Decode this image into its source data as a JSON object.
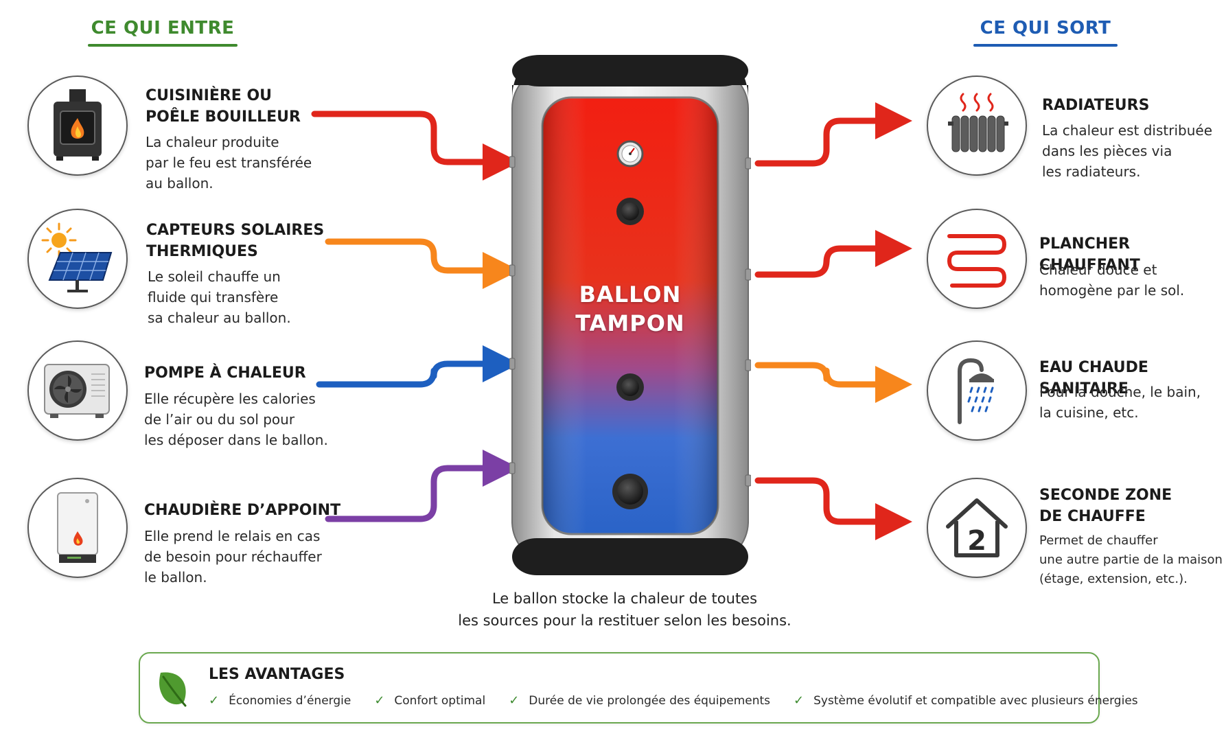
{
  "colors": {
    "green": "#3f8a2e",
    "blue": "#1e5cb3",
    "red": "#e0261b",
    "orange": "#f7861c",
    "blue_pipe": "#1d5fc0",
    "purple": "#7b3fa5"
  },
  "inputs": {
    "title": "CE QUI ENTRE",
    "items": [
      {
        "icon": "stove-fire-icon",
        "title": "CUISINIÈRE OU\nPOÊLE BOUILLEUR",
        "desc": "La chaleur produite\npar le feu est transférée\nau ballon."
      },
      {
        "icon": "solar-panel-icon",
        "title": "CAPTEURS SOLAIRES\nTHERMIQUES",
        "desc": "Le soleil chauffe un\nfluide qui transfère\nsa chaleur au ballon."
      },
      {
        "icon": "heat-pump-icon",
        "title": "POMPE À CHALEUR",
        "desc": "Elle récupère les calories\nde l’air ou du sol pour\nles déposer dans le ballon."
      },
      {
        "icon": "boiler-icon",
        "title": "CHAUDIÈRE D’APPOINT",
        "desc": "Elle prend le relais en cas\nde besoin pour réchauffer\nle ballon."
      }
    ]
  },
  "outputs": {
    "title": "CE QUI SORT",
    "items": [
      {
        "icon": "radiator-icon",
        "title": "RADIATEURS",
        "desc": "La chaleur est distribuée\ndans les pièces via\nles radiateurs."
      },
      {
        "icon": "underfloor-heating-icon",
        "title": "PLANCHER CHAUFFANT",
        "desc": "Chaleur douce et\nhomogène par le sol."
      },
      {
        "icon": "shower-icon",
        "title": "EAU CHAUDE SANITAIRE",
        "desc": "Pour la douche, le bain,\nla cuisine, etc."
      },
      {
        "icon": "house-zone-icon",
        "title": "SECONDE ZONE\nDE CHAUFFE",
        "desc": "Permet de chauffer\nune autre partie de la maison\n(étage, extension, etc.)."
      }
    ]
  },
  "tank": {
    "label": "BALLON\nTAMPON",
    "caption": "Le ballon stocke la chaleur de toutes\nles sources pour la restituer selon les besoins."
  },
  "house_number": "2",
  "advantages": {
    "title": "LES AVANTAGES",
    "items": [
      "Économies d’énergie",
      "Confort optimal",
      "Durée de vie prolongée des équipements",
      "Système évolutif et compatible avec plusieurs énergies"
    ]
  }
}
